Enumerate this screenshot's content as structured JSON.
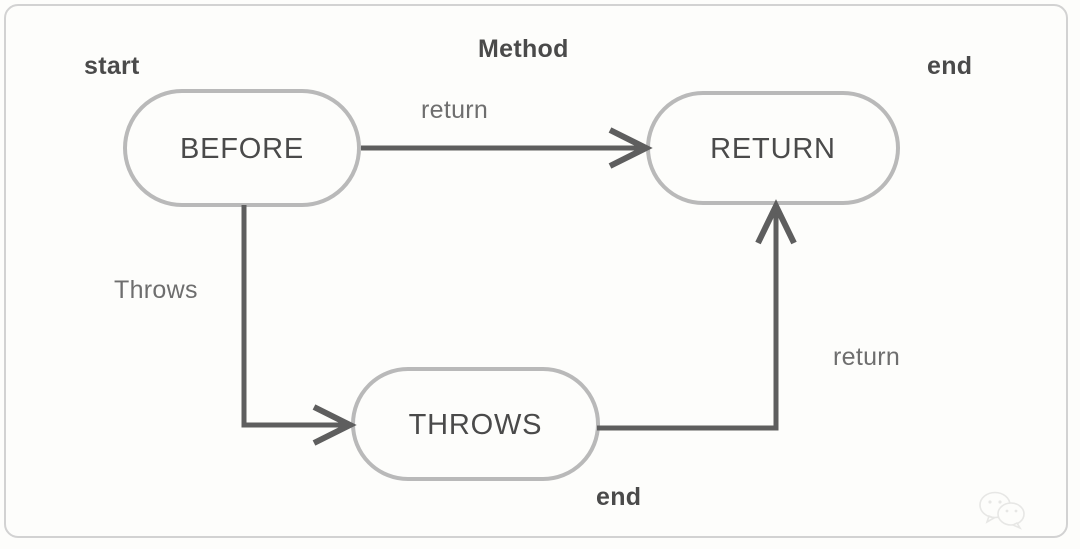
{
  "diagram": {
    "title": "Method",
    "type": "state-flow",
    "background_color": "#fdfdfb",
    "frame_color": "#d2d2d2",
    "node_border_color": "#b9b9b9",
    "node_text_color": "#4a4a4a",
    "edge_color": "#5e5e5e",
    "annotation_bold_color": "#4a4a4a",
    "annotation_regular_color": "#6e6e6e",
    "nodes": [
      {
        "id": "before",
        "label": "BEFORE",
        "shape": "stadium"
      },
      {
        "id": "return",
        "label": "RETURN",
        "shape": "stadium"
      },
      {
        "id": "throws",
        "label": "THROWS",
        "shape": "stadium"
      }
    ],
    "edges": [
      {
        "id": "before-to-return",
        "from": "before",
        "to": "return",
        "label": "return",
        "routing": "straight-horizontal"
      },
      {
        "id": "before-to-throws",
        "from": "before",
        "to": "throws",
        "label": "Throws",
        "routing": "elbow-down-right"
      },
      {
        "id": "throws-to-return",
        "from": "throws",
        "to": "return",
        "label": "return",
        "routing": "elbow-right-up"
      }
    ],
    "annotations": [
      {
        "id": "start-marker",
        "text": "start",
        "weight": "bold",
        "target": "before"
      },
      {
        "id": "end-marker-return",
        "text": "end",
        "weight": "bold",
        "target": "return"
      },
      {
        "id": "end-marker-throws",
        "text": "end",
        "weight": "bold",
        "target": "throws"
      }
    ],
    "watermark": {
      "name": "wechat-logo",
      "visible": true
    }
  }
}
